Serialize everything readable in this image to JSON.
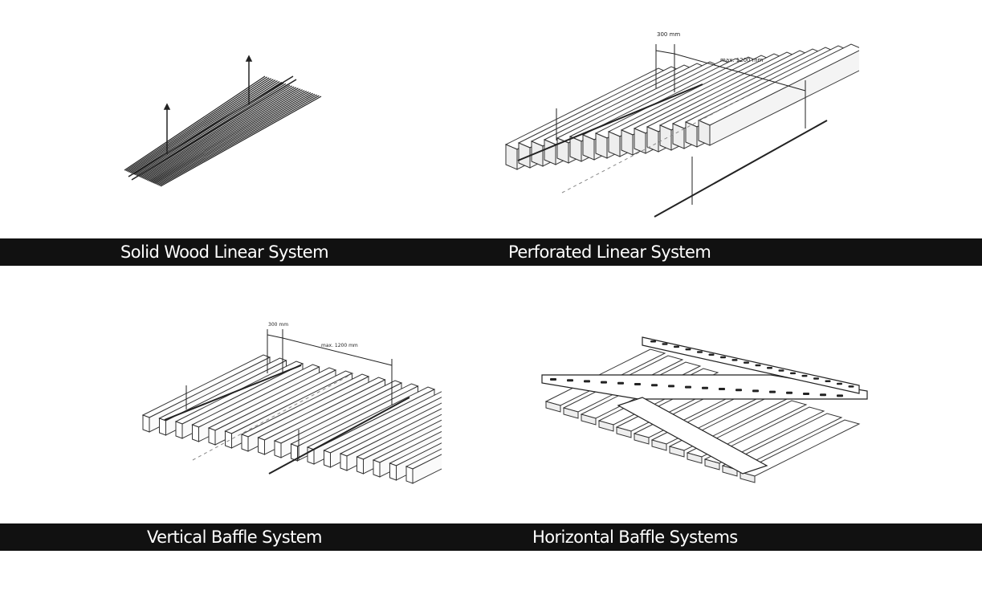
{
  "panels": {
    "solid_wood": {
      "caption": "Solid Wood Linear System"
    },
    "perforated": {
      "caption": "Perforated Linear System",
      "dim_pitch": "300 mm",
      "dim_span": "max. 1200 mm"
    },
    "vertical_baffle": {
      "caption": "Vertical Baffle System",
      "dim_pitch": "300 mm",
      "dim_span": "max. 1200 mm"
    },
    "horizontal_baffle": {
      "caption": "Horizontal Baffle Systems"
    }
  },
  "colors": {
    "band": "#111111",
    "caption_text": "#ffffff",
    "line": "#222222",
    "background": "#ffffff"
  }
}
